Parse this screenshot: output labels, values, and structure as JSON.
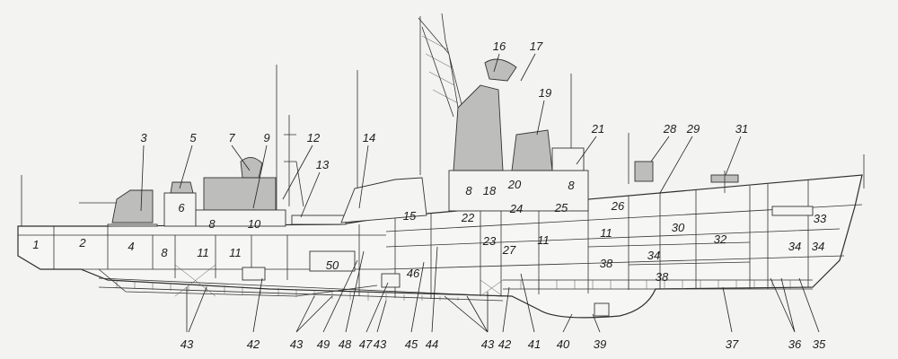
{
  "callouts_top": [
    "3",
    "5",
    "7",
    "9",
    "12",
    "13",
    "14",
    "16",
    "17",
    "19",
    "21",
    "28",
    "29",
    "31"
  ],
  "compartments": [
    "1",
    "2",
    "4",
    "6",
    "8",
    "10",
    "8",
    "11",
    "11",
    "50",
    "15",
    "22",
    "8",
    "18",
    "20",
    "24",
    "25",
    "26",
    "23",
    "27",
    "11",
    "11",
    "46",
    "30",
    "32",
    "33",
    "34",
    "34",
    "34",
    "38",
    "38",
    "8"
  ],
  "callouts_bottom": [
    "43",
    "42",
    "43",
    "49",
    "48",
    "47",
    "43",
    "45",
    "44",
    "43",
    "42",
    "41",
    "40",
    "39",
    "37",
    "36",
    "35"
  ],
  "colors": {
    "background": "#f3f3f1",
    "line": "#333333",
    "shaded": "#bdbdbb"
  }
}
